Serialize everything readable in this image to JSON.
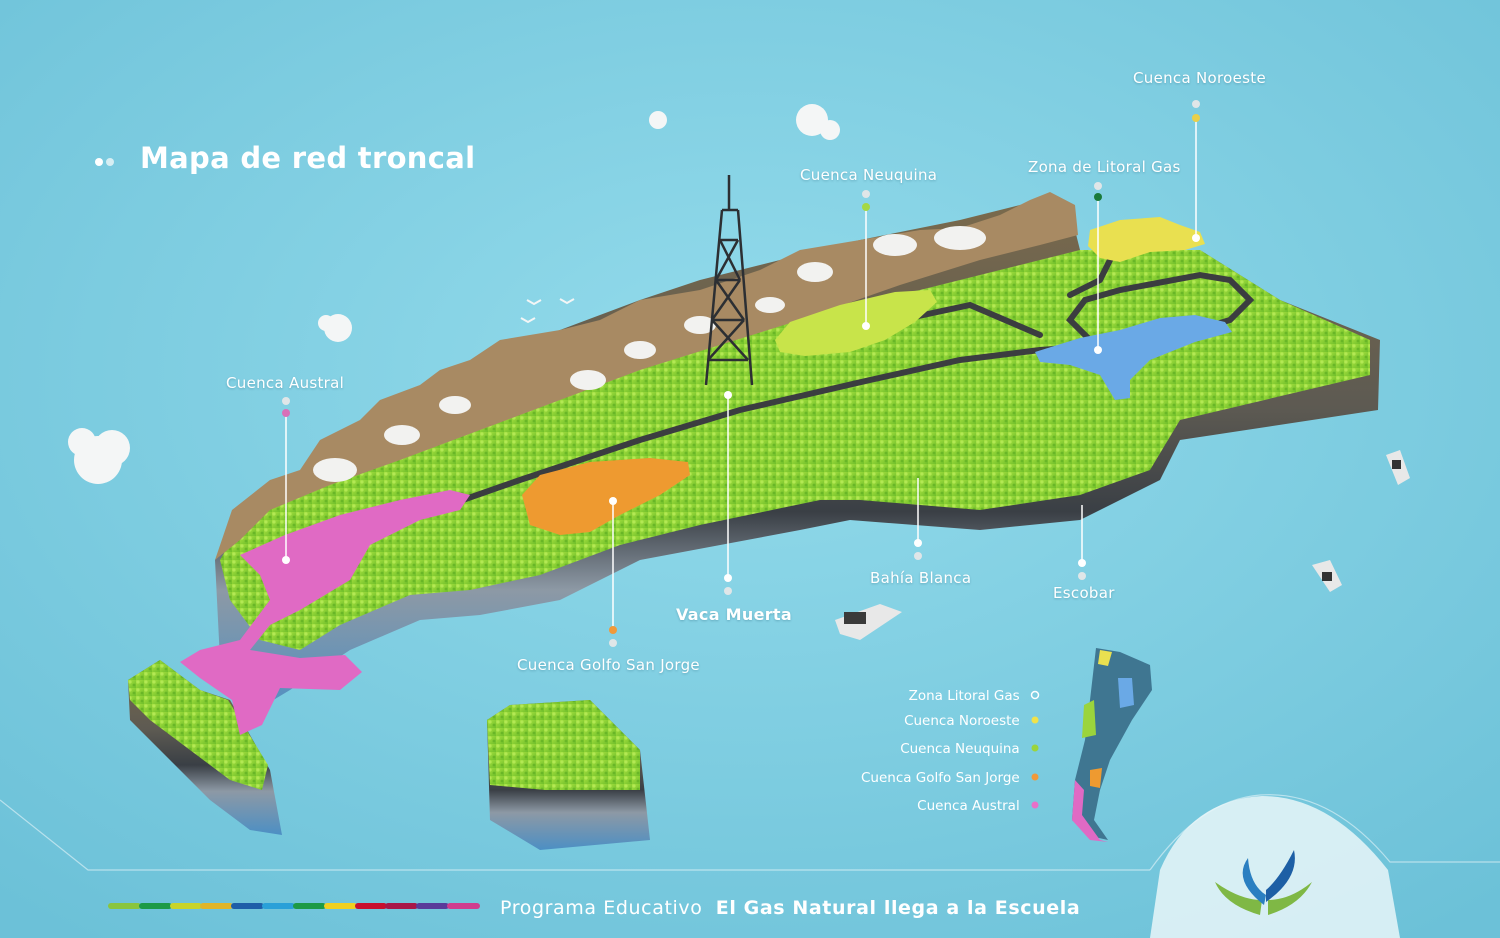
{
  "header": {
    "title": "Mapa de red troncal"
  },
  "labels": {
    "cuenca_noroeste": "Cuenca Noroeste",
    "zona_litoral_gas": "Zona de Litoral Gas",
    "cuenca_neuquina": "Cuenca Neuquina",
    "cuenca_austral": "Cuenca Austral",
    "vaca_muerta": "Vaca Muerta",
    "bahia_blanca": "Bahía Blanca",
    "escobar": "Escobar",
    "cuenca_golfo_san_jorge": "Cuenca Golfo San Jorge"
  },
  "legend": [
    {
      "label": "Zona Litoral Gas",
      "color": "#ffffff",
      "hollow": true
    },
    {
      "label": "Cuenca Noroeste",
      "color": "#f0e24a",
      "hollow": false
    },
    {
      "label": "Cuenca Neuquina",
      "color": "#9bd43c",
      "hollow": false
    },
    {
      "label": "Cuenca Golfo San Jorge",
      "color": "#f0993a",
      "hollow": false
    },
    {
      "label": "Cuenca Austral",
      "color": "#e870c8",
      "hollow": false
    }
  ],
  "footer": {
    "program_prefix": "Programa Educativo",
    "program_name": "El Gas Natural llega a la Escuela"
  },
  "colors": {
    "sea": "#7ecfe2",
    "grass": "#8ed43a",
    "mountains": "#a88a63",
    "austral": "#e06ac4",
    "golfo": "#ee9a30",
    "neuquina": "#c8e44a",
    "litoral": "#6aa9e6",
    "noroeste": "#e9e050"
  },
  "stripe_colors": [
    "#8ac53e",
    "#1d9a46",
    "#c8d42a",
    "#e0b52a",
    "#1f5ea8",
    "#2aa0d8",
    "#1d9a46",
    "#f0d020",
    "#c8102e",
    "#a81848",
    "#5a3b9a",
    "#d03d8e"
  ]
}
